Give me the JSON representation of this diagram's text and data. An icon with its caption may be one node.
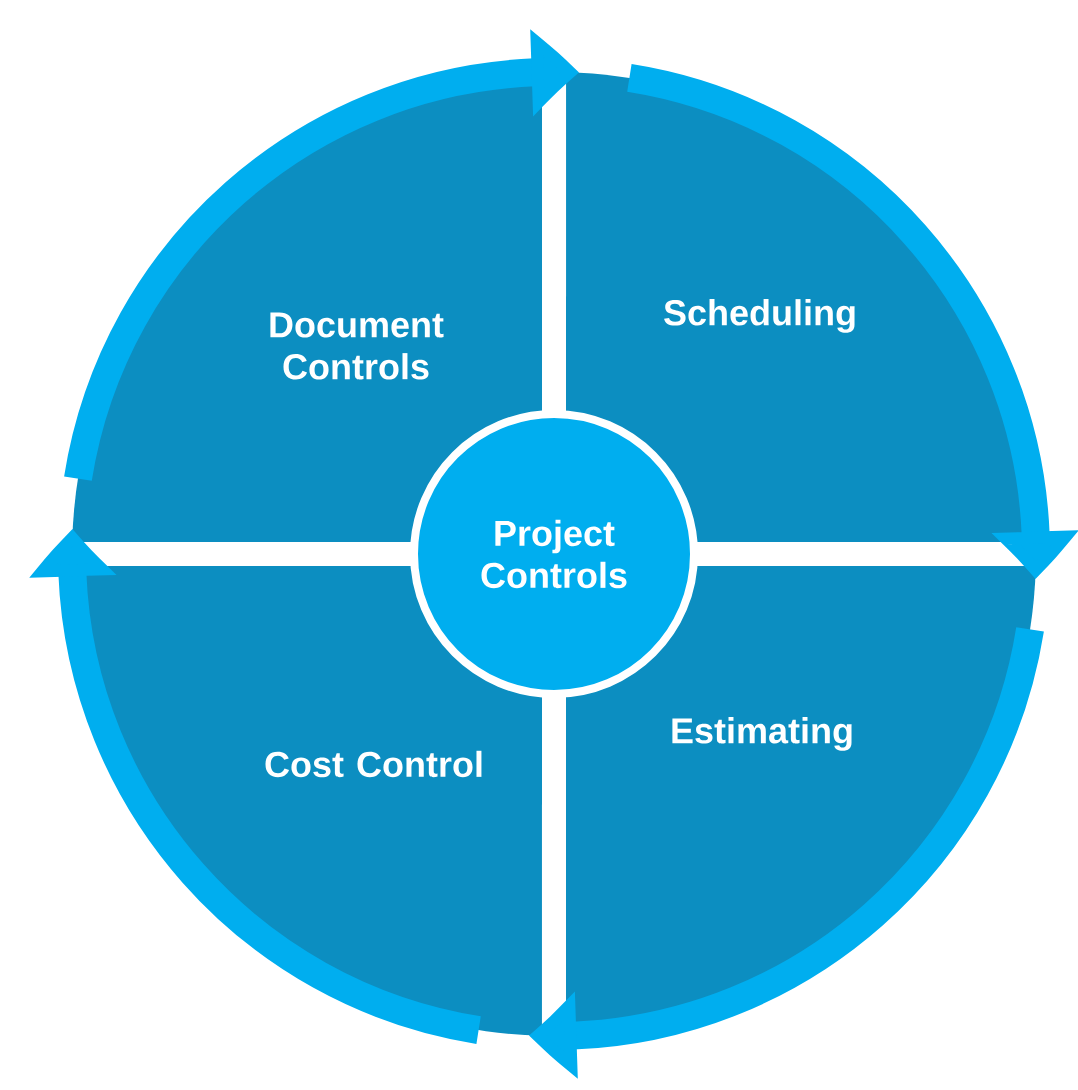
{
  "diagram": {
    "nodes": [
      {
        "text": [
          "Document Controls"
        ]
      },
      {
        "text": [
          "Scheduling"
        ]
      },
      {
        "text": [
          "Project Controls"
        ]
      },
      {
        "text": [
          "Cost Control"
        ]
      },
      {
        "text": [
          "Estimating"
        ]
      }
    ],
    "edges": [
      {
        "from": 0,
        "to": 1,
        "arrow": "to"
      },
      {
        "from": 1,
        "to": 4,
        "arrow": "to"
      },
      {
        "from": 4,
        "to": 3,
        "arrow": "to"
      },
      {
        "from": 3,
        "to": 0,
        "arrow": "to"
      }
    ]
  }
}
